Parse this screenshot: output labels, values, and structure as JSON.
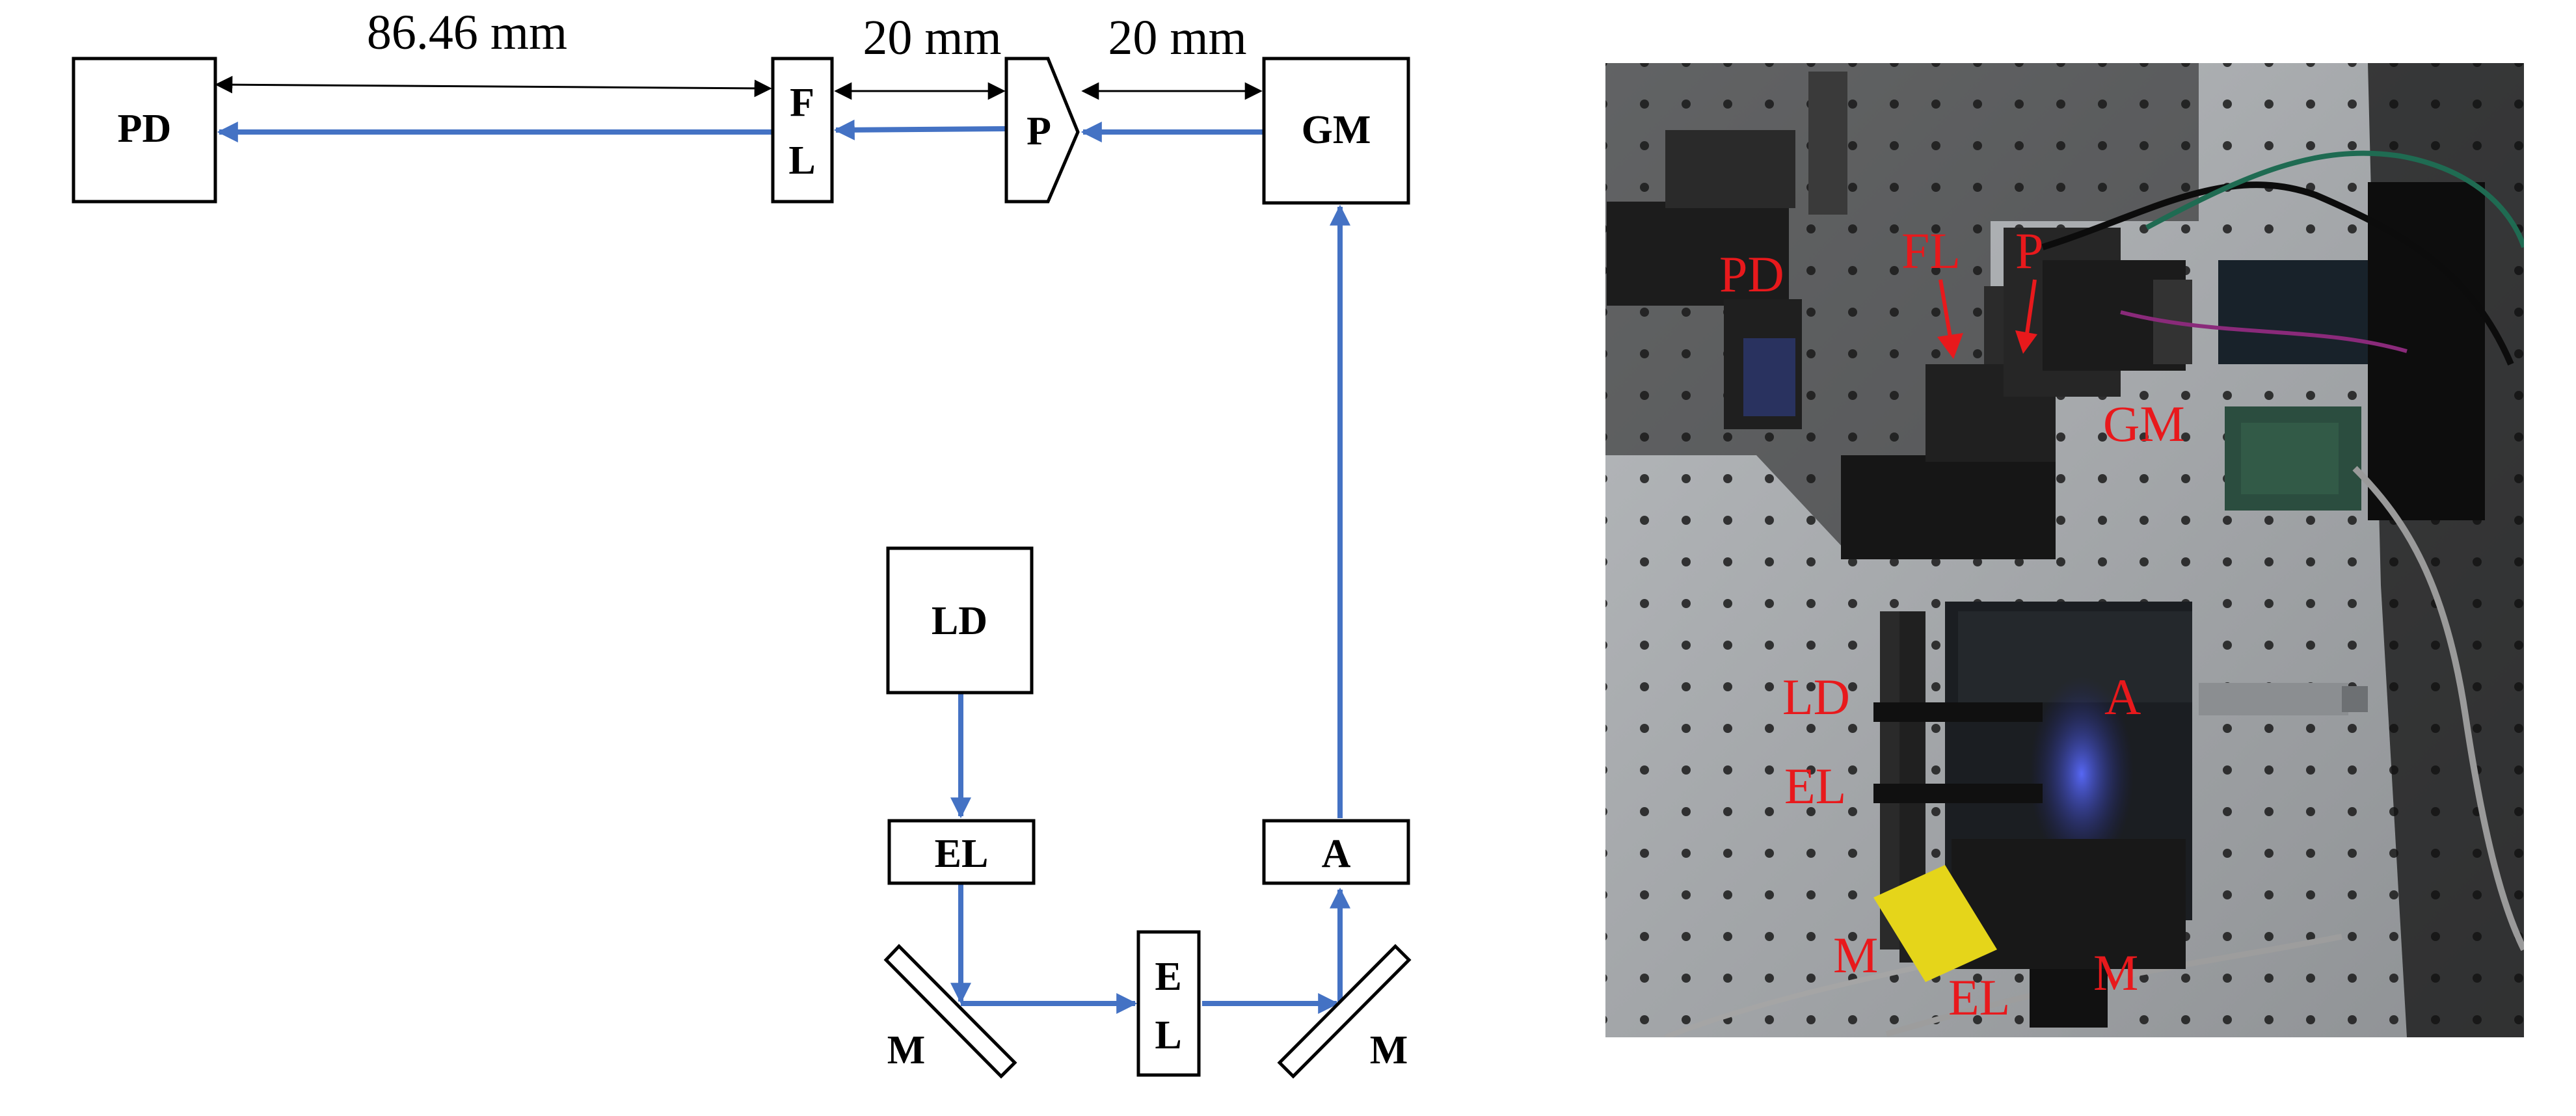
{
  "diagram": {
    "components": {
      "pd": "PD",
      "fl_top": "F",
      "fl_bottom": "L",
      "p": "P",
      "gm": "GM",
      "ld": "LD",
      "el_top": "EL",
      "el_mid_top": "E",
      "el_mid_bottom": "L",
      "a": "A",
      "m_left": "M",
      "m_right": "M"
    },
    "dimensions": {
      "pd_to_fl": "86.46 mm",
      "fl_to_p": "20 mm",
      "p_to_gm": "20 mm"
    },
    "colors": {
      "beam": "#4472C4",
      "outline": "#000000",
      "photo_label": "#e8191c"
    }
  },
  "photo": {
    "labels": {
      "pd": "PD",
      "fl": "FL",
      "p": "P",
      "gm": "GM",
      "ld": "LD",
      "a": "A",
      "el_upper": "EL",
      "m_left": "M",
      "el_lower": "EL",
      "m_right": "M"
    }
  }
}
